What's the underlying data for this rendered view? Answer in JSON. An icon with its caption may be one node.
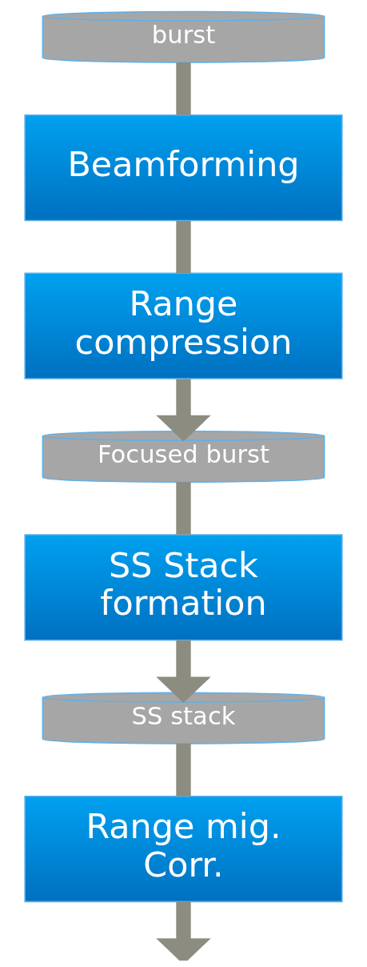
{
  "diagram": {
    "nodes": [
      {
        "text": [
          "burst"
        ]
      },
      {
        "text": [
          "Beamforming"
        ]
      },
      {
        "text": [
          "Range compression"
        ]
      },
      {
        "text": [
          "Focused burst"
        ]
      },
      {
        "text": [
          "SS Stack formation"
        ]
      },
      {
        "text": [
          "SS stack"
        ]
      },
      {
        "text": [
          "Range mig. Corr."
        ]
      }
    ],
    "edges": [
      {
        "from": 0,
        "to": 1,
        "arrow": "none"
      },
      {
        "from": 1,
        "to": 2,
        "arrow": "none"
      },
      {
        "from": 2,
        "to": 3,
        "arrow": "to"
      },
      {
        "from": 3,
        "to": 4,
        "arrow": "none"
      },
      {
        "from": 4,
        "to": 5,
        "arrow": "to"
      },
      {
        "from": 5,
        "to": 6,
        "arrow": "none"
      },
      {
        "from": 6,
        "to": null,
        "arrow": "to"
      }
    ]
  }
}
